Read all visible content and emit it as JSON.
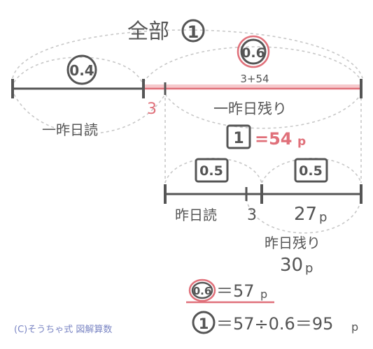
{
  "top": {
    "label": "全部",
    "mark": "1"
  },
  "bar1": {
    "left_ratio": "0.4",
    "left_name": "一昨日読",
    "right_ratio": "0.6",
    "right_sum": "3+54",
    "gap": "3",
    "right_name": "一昨日残り"
  },
  "mid": {
    "box": "1",
    "equals": "=54",
    "unit": "p"
  },
  "bar2": {
    "left_ratio": "0.5",
    "right_ratio": "0.5",
    "left_name": "昨日読",
    "gap": "3",
    "right_value": "27",
    "right_unit": "p",
    "under_name": "昨日残り",
    "under_value": "30",
    "under_unit": "p"
  },
  "eq1": {
    "ratio": "0.6",
    "equals": "＝57",
    "unit": "p"
  },
  "eq2": {
    "mark": "1",
    "expr": "＝57÷0.6＝95",
    "unit": "p"
  },
  "credit": "(C)そうちゃ式 図解算数",
  "colors": {
    "line": "#555555",
    "accent": "#e0707a",
    "accent_fill": "#f6c9cc",
    "dash": "#c8c8c8",
    "credit": "#7b86c4"
  }
}
